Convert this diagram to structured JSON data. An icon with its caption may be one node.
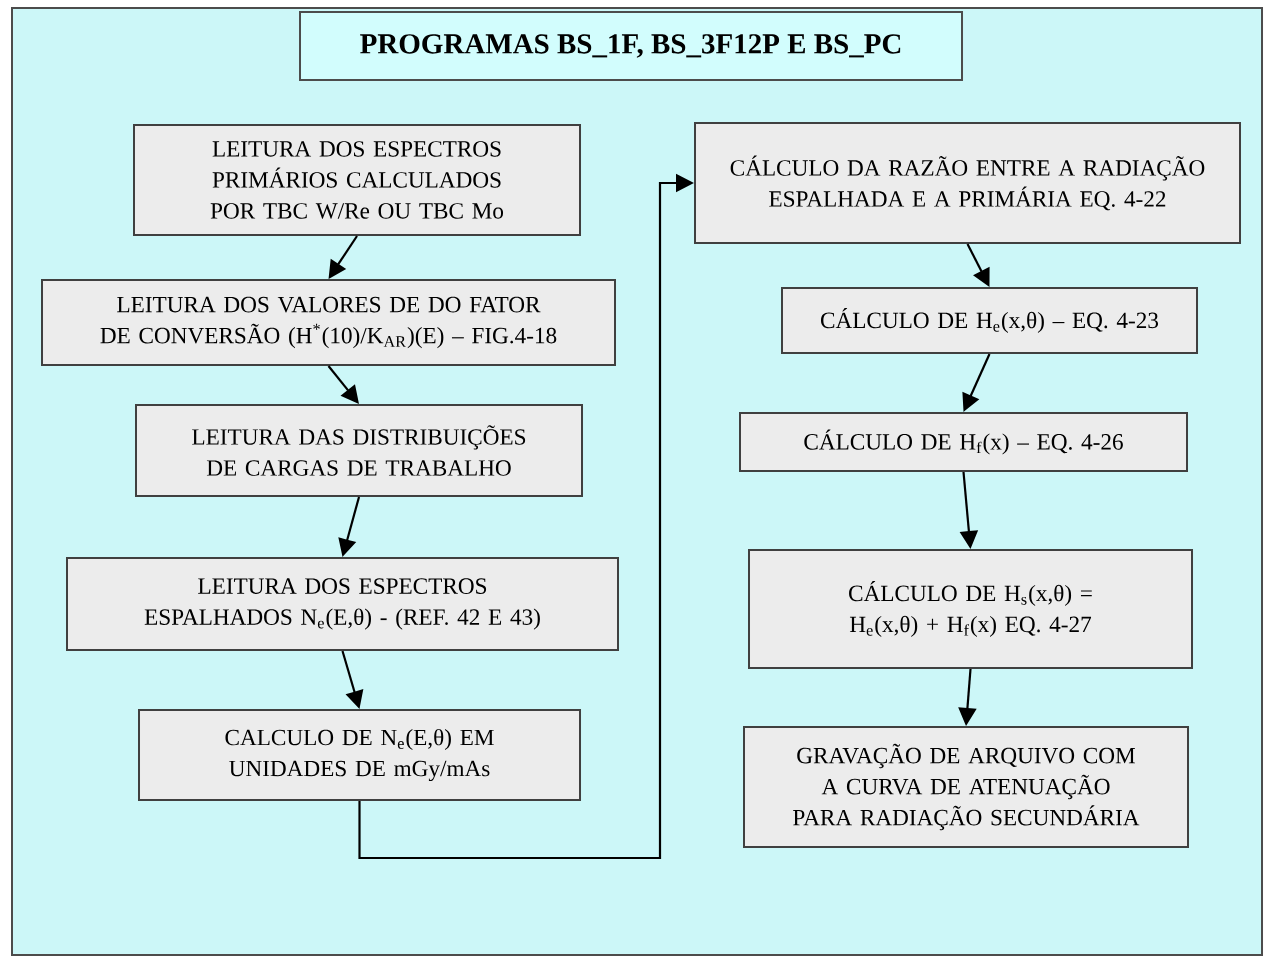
{
  "diagram": {
    "title": "PROGRAMAS BS_1F, BS_3F12P E BS_PC",
    "nodes": [
      {
        "text": [
          "LEITURA DOS ESPECTROS PRIMÁRIOS CALCULADOS POR TBC W/Re OU TBC Mo"
        ]
      },
      {
        "text": [
          "LEITURA DOS VALORES DE DO FATOR DE CONVERSÃO (H$^{*}$(10)/K$_{AR}$)(E) – FIG.4-18"
        ]
      },
      {
        "text": [
          "LEITURA DAS DISTRIBUIÇÕES DE CARGAS DE TRABALHO"
        ]
      },
      {
        "text": [
          "LEITURA DOS ESPECTROS ESPALHADOS N$_{e}$(E,θ) - (REF. 42 E 43)"
        ]
      },
      {
        "text": [
          "CALCULO DE N$_{e}$(E,θ) EM UNIDADES DE mGy/mAs"
        ]
      },
      {
        "text": [
          "CÁLCULO DA RAZÃO ENTRE A RADIAÇÃO ESPALHADA E A PRIMÁRIA EQ. 4-22"
        ]
      },
      {
        "text": [
          "CÁLCULO DE H$_{e}$(x,θ) – EQ. 4-23"
        ]
      },
      {
        "text": [
          "CÁLCULO DE H$_{f}$(x) – EQ. 4-26"
        ]
      },
      {
        "text": [
          "CÁLCULO DE H$_{s}$(x,θ) = H$_{e}$(x,θ) + H$_{f}$(x) EQ. 4-27"
        ]
      },
      {
        "text": [
          "GRAVAÇÃO DE ARQUIVO COM A CURVA DE ATENUAÇÃO PARA RADIAÇÃO SECUNDÁRIA"
        ]
      }
    ],
    "edges": [
      {
        "from": 0,
        "to": 1,
        "arrow": "to"
      },
      {
        "from": 1,
        "to": 2,
        "arrow": "to"
      },
      {
        "from": 2,
        "to": 3,
        "arrow": "to"
      },
      {
        "from": 3,
        "to": 4,
        "arrow": "to"
      },
      {
        "from": 4,
        "to": 5,
        "arrow": "to"
      },
      {
        "from": 5,
        "to": 6,
        "arrow": "to"
      },
      {
        "from": 6,
        "to": 7,
        "arrow": "to"
      },
      {
        "from": 7,
        "to": 8,
        "arrow": "to"
      },
      {
        "from": 8,
        "to": 9,
        "arrow": "to"
      }
    ]
  }
}
